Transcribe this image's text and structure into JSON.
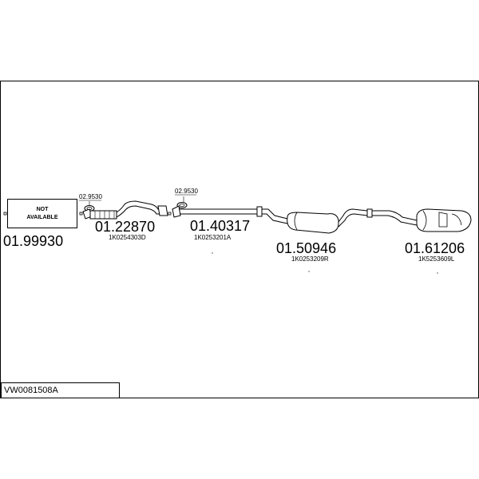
{
  "parts": {
    "front_pipe": {
      "ref": "01.99930",
      "status_line1": "NOT",
      "status_line2": "AVAILABLE"
    },
    "catalytic_pipe": {
      "ref": "01.22870",
      "oem": "1K0254303D",
      "gasket": "02.9530"
    },
    "center_pipe": {
      "ref": "01.40317",
      "oem": "1K0253201A",
      "gasket": "02.9530"
    },
    "middle_silencer": {
      "ref": "01.50946",
      "oem": "1K0253209R"
    },
    "rear_silencer": {
      "ref": "01.61206",
      "oem": "1K5253609L"
    }
  },
  "model": {
    "code": "VW0081508A"
  }
}
